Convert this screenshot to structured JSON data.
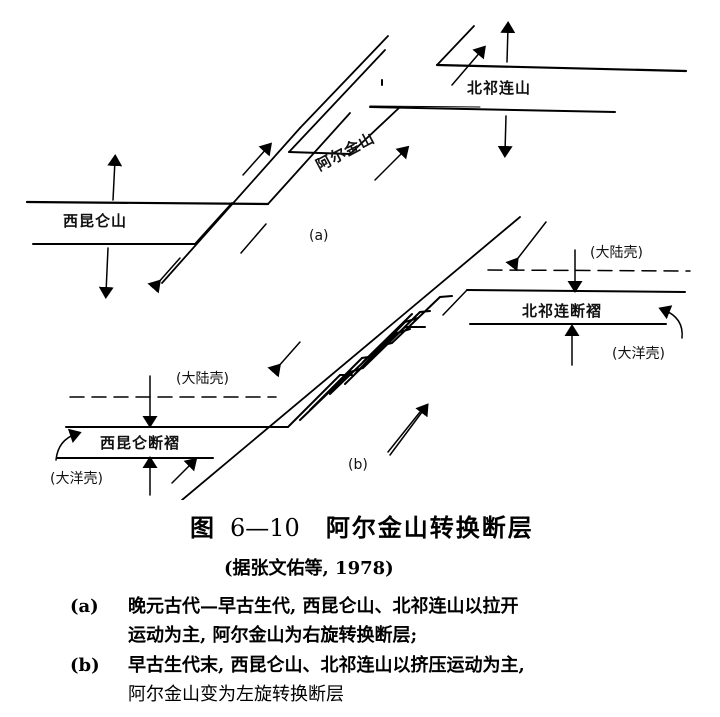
{
  "figure": {
    "panel_a": {
      "label": "(a)",
      "labels": {
        "west": "西昆仑山",
        "middle": "阿尔金山",
        "east": "北祁连山"
      }
    },
    "panel_b": {
      "label": "(b)",
      "labels": {
        "west": "西昆仑断褶",
        "east": "北祁连断褶",
        "continental_crust_west": "(大陆壳)",
        "continental_crust_east": "(大陆壳)",
        "oceanic_crust_west": "(大洋壳)",
        "oceanic_crust_east": "(大洋壳)"
      }
    }
  },
  "caption": {
    "prefix": "图",
    "number": "6—10",
    "title": "阿尔金山转换断层",
    "source": "(据张文佑等, 1978)",
    "notes": [
      {
        "tag": "(a)",
        "lines": [
          "晚元古代—早古生代, 西昆仑山、北祁连山以拉开",
          "运动为主, 阿尔金山为右旋转换断层;"
        ]
      },
      {
        "tag": "(b)",
        "lines": [
          "早古生代末, 西昆仑山、北祁连山以挤压运动为主,",
          "阿尔金山变为左旋转换断层"
        ]
      }
    ]
  }
}
